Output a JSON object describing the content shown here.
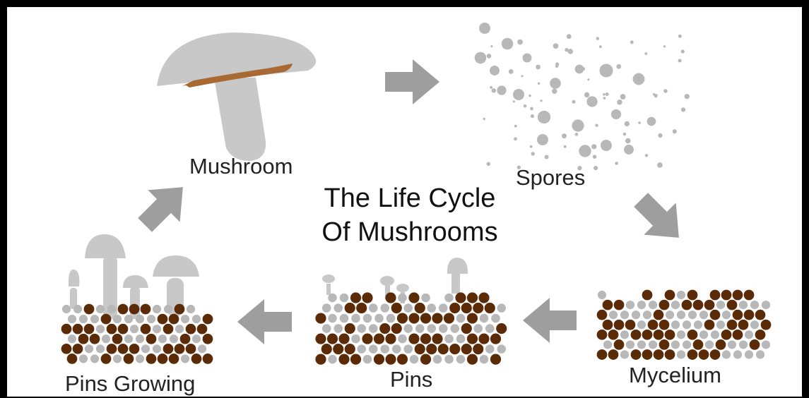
{
  "title": {
    "line1": "The Life Cycle",
    "line2": "Of Mushrooms"
  },
  "stages": {
    "mushroom": "Mushroom",
    "spores": "Spores",
    "mycelium": "Mycelium",
    "pins": "Pins",
    "pins_growing": "Pins Growing"
  },
  "colors": {
    "mushroom_gray": "#c8c8c8",
    "gill_brown": "#a86a32",
    "mycelium_brown": "#5b2a07",
    "particle_gray": "#b8b8b8",
    "arrow_gray": "#9e9e9e"
  }
}
